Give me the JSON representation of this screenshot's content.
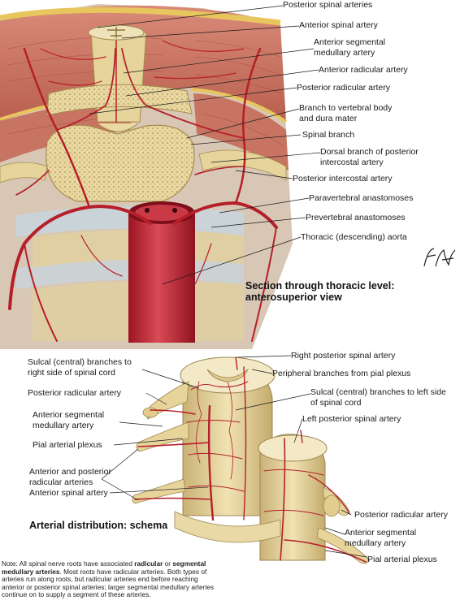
{
  "figure": {
    "top_caption": "Section through thoracic level: anterosuperior view",
    "top_caption_line1": "Section through thoracic level:",
    "top_caption_line2": "anterosuperior view",
    "bottom_caption": "Arterial distribution: schema",
    "artist_signature": "F. Netter",
    "colors": {
      "artery": "#b51f2a",
      "bone": "#e6d49b",
      "muscle": "#c96a5a",
      "fat": "#e3c35a",
      "cord": "#d9c58c"
    }
  },
  "top_labels": [
    {
      "id": "posterior-spinal-arteries",
      "text": "Posterior spinal arteries"
    },
    {
      "id": "anterior-spinal-artery",
      "text": "Anterior spinal artery"
    },
    {
      "id": "anterior-segmental-medullary-artery",
      "text": "Anterior segmental medullary artery",
      "line1": "Anterior segmental",
      "line2": "medullary artery"
    },
    {
      "id": "anterior-radicular-artery",
      "text": "Anterior radicular artery"
    },
    {
      "id": "posterior-radicular-artery",
      "text": "Posterior radicular artery"
    },
    {
      "id": "branch-vertebral-body",
      "text": "Branch to vertebral body and dura mater",
      "line1": "Branch to vertebral body",
      "line2": "and dura mater"
    },
    {
      "id": "spinal-branch",
      "text": "Spinal branch"
    },
    {
      "id": "dorsal-branch",
      "text": "Dorsal branch of posterior intercostal artery",
      "line1": "Dorsal branch of posterior",
      "line2": "intercostal artery"
    },
    {
      "id": "posterior-intercostal-artery",
      "text": "Posterior intercostal artery"
    },
    {
      "id": "paravertebral-anastomoses",
      "text": "Paravertebral anastomoses"
    },
    {
      "id": "prevertebral-anastomoses",
      "text": "Prevertebral anastomoses"
    },
    {
      "id": "thoracic-aorta",
      "text": "Thoracic (descending) aorta"
    }
  ],
  "bottom_labels": [
    {
      "id": "right-posterior-spinal-artery",
      "text": "Right posterior spinal artery"
    },
    {
      "id": "sulcal-right",
      "text": "Sulcal (central) branches to right side of spinal cord",
      "line1": "Sulcal (central) branches to",
      "line2": "right side of spinal cord"
    },
    {
      "id": "peripheral-branches",
      "text": "Peripheral branches from pial plexus"
    },
    {
      "id": "posterior-radicular-artery-left",
      "text": "Posterior radicular artery"
    },
    {
      "id": "sulcal-left",
      "text": "Sulcal (central) branches to left side of spinal cord",
      "line1": "Sulcal (central) branches to left side",
      "line2": "of spinal cord"
    },
    {
      "id": "anterior-segmental-medullary-left",
      "text": "Anterior segmental medullary artery",
      "line1": "Anterior segmental",
      "line2": "medullary artery"
    },
    {
      "id": "left-posterior-spinal-artery",
      "text": "Left posterior spinal artery"
    },
    {
      "id": "pial-arterial-plexus-left",
      "text": "Pial arterial plexus"
    },
    {
      "id": "anterior-posterior-radicular",
      "text": "Anterior and posterior radicular arteries",
      "line1": "Anterior and posterior",
      "line2": "radicular arteries"
    },
    {
      "id": "anterior-spinal-artery-bottom",
      "text": "Anterior spinal artery"
    },
    {
      "id": "posterior-radicular-artery-right",
      "text": "Posterior radicular artery"
    },
    {
      "id": "anterior-segmental-medullary-right",
      "text": "Anterior segmental medullary artery",
      "line1": "Anterior segmental",
      "line2": "medullary artery"
    },
    {
      "id": "pial-arterial-plexus-right",
      "text": "Pial arterial plexus"
    }
  ],
  "note": {
    "p1": "Note: All spinal nerve roots have associated ",
    "b1": "radicular",
    "p2": " or ",
    "b2": "segmental medullary arteries",
    "p3": ". Most roots have radicular arteries. Both types of arteries run along roots, but radicular arteries end before reaching anterior or posterior spinal arteries; larger segmental medullary arteries continue on to supply a segment of these arteries."
  }
}
